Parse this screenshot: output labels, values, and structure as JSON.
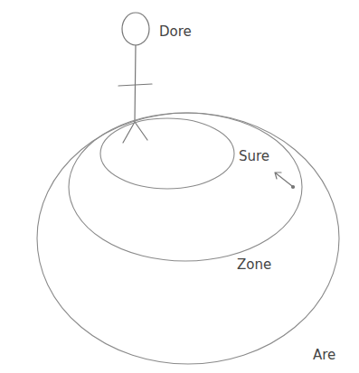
{
  "diagram": {
    "nodes": [
      {
        "text": [
          "Are"
        ]
      },
      {
        "text": [
          "Zone"
        ],
        "in": 0
      },
      {
        "text": [
          "Sure"
        ],
        "in": 1
      }
    ],
    "labels": [
      "Dore"
    ]
  }
}
